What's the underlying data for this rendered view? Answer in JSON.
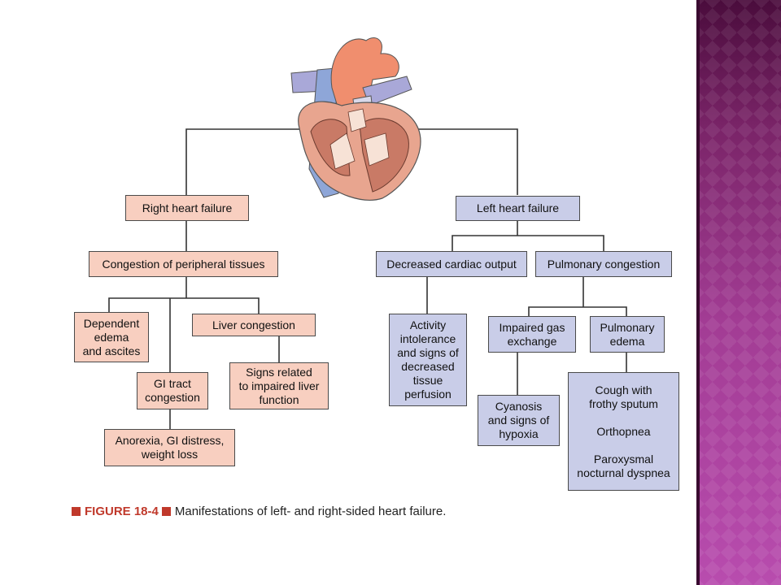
{
  "diagram": {
    "right_heart_failure": "Right heart failure",
    "congestion_peripheral": "Congestion of peripheral tissues",
    "dependent_edema": "Dependent\nedema\nand ascites",
    "liver_congestion": "Liver congestion",
    "gi_tract": "GI tract\ncongestion",
    "signs_liver": "Signs related\nto impaired liver\nfunction",
    "anorexia": "Anorexia, GI distress,\nweight loss",
    "left_heart_failure": "Left heart failure",
    "decreased_output": "Decreased cardiac output",
    "pulmonary_congestion": "Pulmonary congestion",
    "activity_intolerance": "Activity\nintolerance\nand signs of\ndecreased\ntissue\nperfusion",
    "impaired_gas": "Impaired gas\nexchange",
    "pulmonary_edema": "Pulmonary\nedema",
    "cyanosis": "Cyanosis\nand signs of\nhypoxia",
    "cough": "Cough with\nfrothy sputum\n\nOrthopnea\n\nParoxysmal\nnocturnal dyspnea"
  },
  "caption": {
    "figure_label": "FIGURE 18-4",
    "text": "Manifestations of left- and right-sided heart failure."
  },
  "colors": {
    "right_side_fill": "#f8cfc0",
    "left_side_fill": "#c9cde8",
    "caption_accent": "#c0392b",
    "side_band": "#a8409c"
  }
}
